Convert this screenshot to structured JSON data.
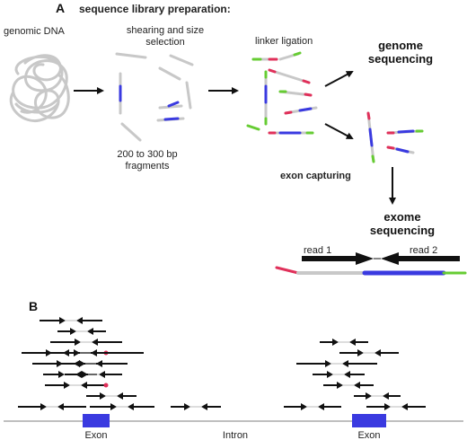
{
  "panel_a": {
    "letter": "A",
    "title": "sequence library preparation:",
    "genomic_dna": "genomic DNA",
    "shearing_line1": "shearing and size",
    "shearing_line2": "selection",
    "fragments_line1": "200 to 300 bp",
    "fragments_line2": "fragments",
    "linker_ligation": "linker ligation",
    "genome_line1": "genome",
    "genome_line2": "sequencing",
    "exon_capturing": "exon capturing",
    "exome_line1": "exome",
    "exome_line2": "sequencing",
    "read1": "read 1",
    "read2": "read 2"
  },
  "panel_b": {
    "letter": "B",
    "exon_left": "Exon",
    "intron": "Intron",
    "exon_right": "Exon"
  },
  "colors": {
    "dna_gray": "#c8c8c8",
    "exon_blue": "#3a3ae0",
    "linker_red": "#e0305a",
    "linker_green": "#66cc33",
    "arrow_black": "#111111",
    "variant_red": "#e0305a"
  }
}
